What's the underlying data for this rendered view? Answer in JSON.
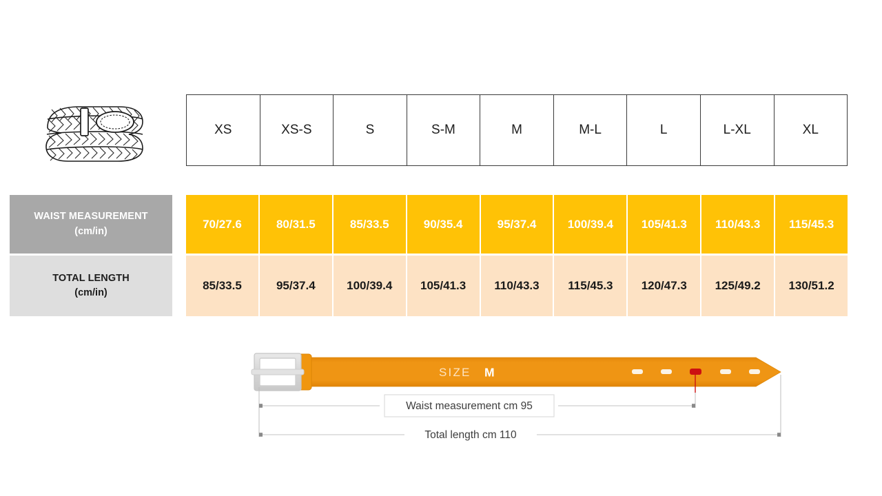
{
  "product": {
    "icon": "braided-belt-illustration"
  },
  "table": {
    "size_headers": [
      "XS",
      "XS-S",
      "S",
      "S-M",
      "M",
      "M-L",
      "L",
      "L-XL",
      "XL"
    ],
    "rows": [
      {
        "label_line1": "WAIST MEASUREMENT",
        "label_line2": "(cm/in)",
        "values": [
          "70/27.6",
          "80/31.5",
          "85/33.5",
          "90/35.4",
          "95/37.4",
          "100/39.4",
          "105/41.3",
          "110/43.3",
          "115/45.3"
        ]
      },
      {
        "label_line1": "TOTAL LENGTH",
        "label_line2": "(cm/in)",
        "values": [
          "85/33.5",
          "95/37.4",
          "100/39.4",
          "105/41.3",
          "110/43.3",
          "115/45.3",
          "120/47.3",
          "125/49.2",
          "130/51.2"
        ]
      }
    ]
  },
  "diagram": {
    "size_word": "SIZE",
    "size_letter": "M",
    "waist_label": "Waist measurement cm 95",
    "length_label": "Total length cm 110",
    "holes_total": 5,
    "highlighted_hole_index": 3
  },
  "colors": {
    "waist_row_bg": "#FFC206",
    "waist_row_label_bg": "#A8A8A8",
    "length_row_bg": "#FDE2C4",
    "length_row_label_bg": "#DEDEDE",
    "belt_orange": "#ED9212",
    "buckle_gray": "#D8D8D8",
    "highlight_red": "#CC1111",
    "header_border": "#3A3A3A"
  }
}
